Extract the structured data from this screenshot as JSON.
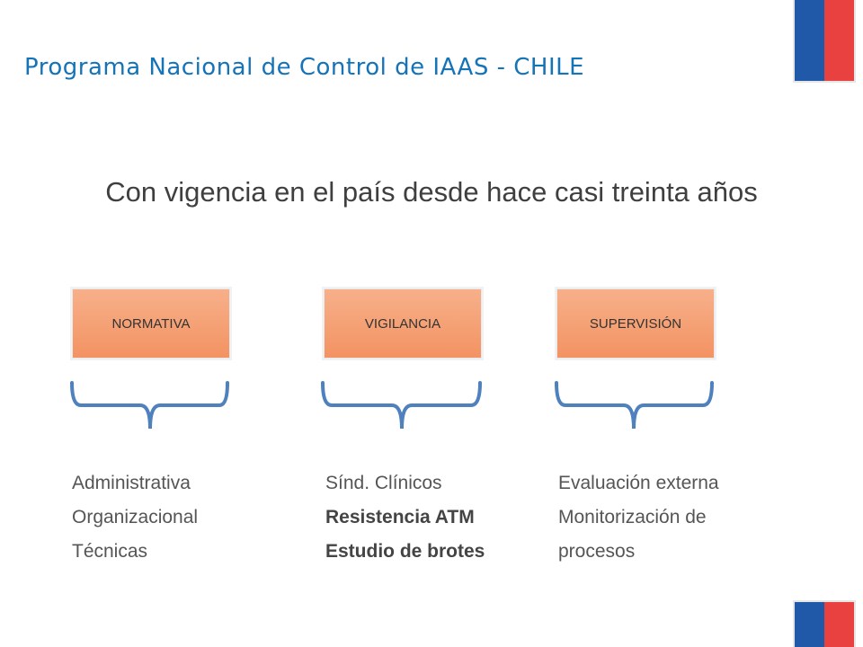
{
  "header": {
    "title": "Programa Nacional de Control de IAAS - CHILE"
  },
  "subtitle": "Con vigencia en el país desde hace casi treinta años",
  "colors": {
    "title": "#1573b8",
    "box": "#f39363",
    "brace": "#4f81bd",
    "flag_blue": "#1f59a8",
    "flag_red": "#e8413f"
  },
  "columns": [
    {
      "label": "NORMATIVA",
      "items": [
        "Administrativa",
        "Organizacional",
        "Técnicas"
      ]
    },
    {
      "label": "VIGILANCIA",
      "items": [
        "Sínd. Clínicos",
        "Resistencia ATM",
        "Estudio de brotes"
      ]
    },
    {
      "label": "SUPERVISIÓN",
      "items": [
        "Evaluación externa",
        "Monitorización de",
        "procesos"
      ]
    }
  ]
}
